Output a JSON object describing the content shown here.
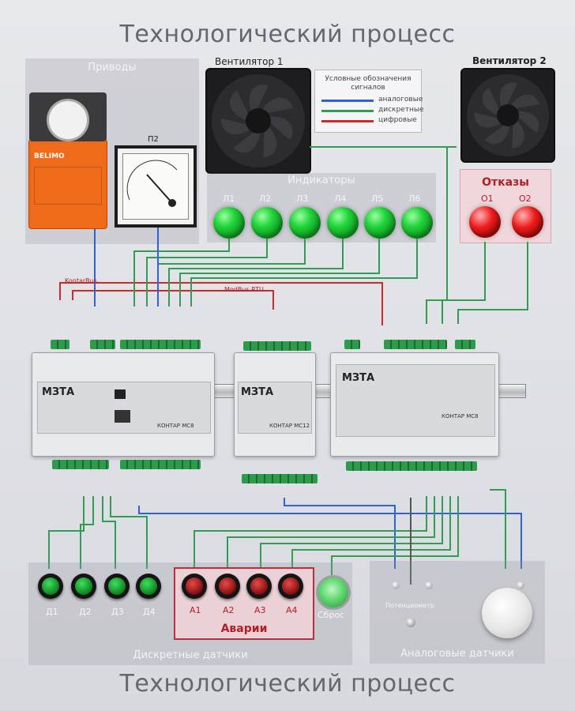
{
  "titles": {
    "top": "Технологический процесс",
    "bottom": "Технологический процесс"
  },
  "drives": {
    "label": "Приводы",
    "gauge_label": "П2",
    "damper_brand": "BELIMO"
  },
  "fans": {
    "fan1_label": "Вентилятор 1",
    "fan2_label": "Вентилятор 2"
  },
  "legend": {
    "title": "Условные обозначения сигналов",
    "rows": [
      {
        "label": "аналоговые",
        "color": "#2e62d6"
      },
      {
        "label": "дискретные",
        "color": "#2f9e52"
      },
      {
        "label": "цифровые",
        "color": "#cf2a2a"
      }
    ]
  },
  "indicators": {
    "label": "Индикаторы",
    "items": [
      "Л1",
      "Л2",
      "Л3",
      "Л4",
      "Л5",
      "Л6"
    ]
  },
  "faults": {
    "label": "Отказы",
    "items": [
      "О1",
      "О2"
    ]
  },
  "bus_labels": {
    "kontarbus": "KontarBus",
    "modbus": "ModBus RTU"
  },
  "modules": [
    {
      "brand": "МЗТА",
      "model": "КОНТАР МС8"
    },
    {
      "brand": "МЗТА",
      "model": "КОНТАР МС12"
    },
    {
      "brand": "МЗТА",
      "model": "КОНТАР МС8"
    }
  ],
  "discrete_sensors": {
    "label": "Дискретные датчики",
    "items": [
      "Д1",
      "Д2",
      "Д3",
      "Д4"
    ]
  },
  "alarms": {
    "label": "Аварии",
    "items": [
      "А1",
      "А2",
      "А3",
      "А4"
    ],
    "reset_label": "Сброс"
  },
  "analog_sensors": {
    "label": "Аналоговые датчики",
    "potentiometer_label": "Потенциометр"
  },
  "colors": {
    "analog_wire": "#2e62d6",
    "discrete_wire": "#2f9e52",
    "digital_wire": "#cf2a2a"
  }
}
